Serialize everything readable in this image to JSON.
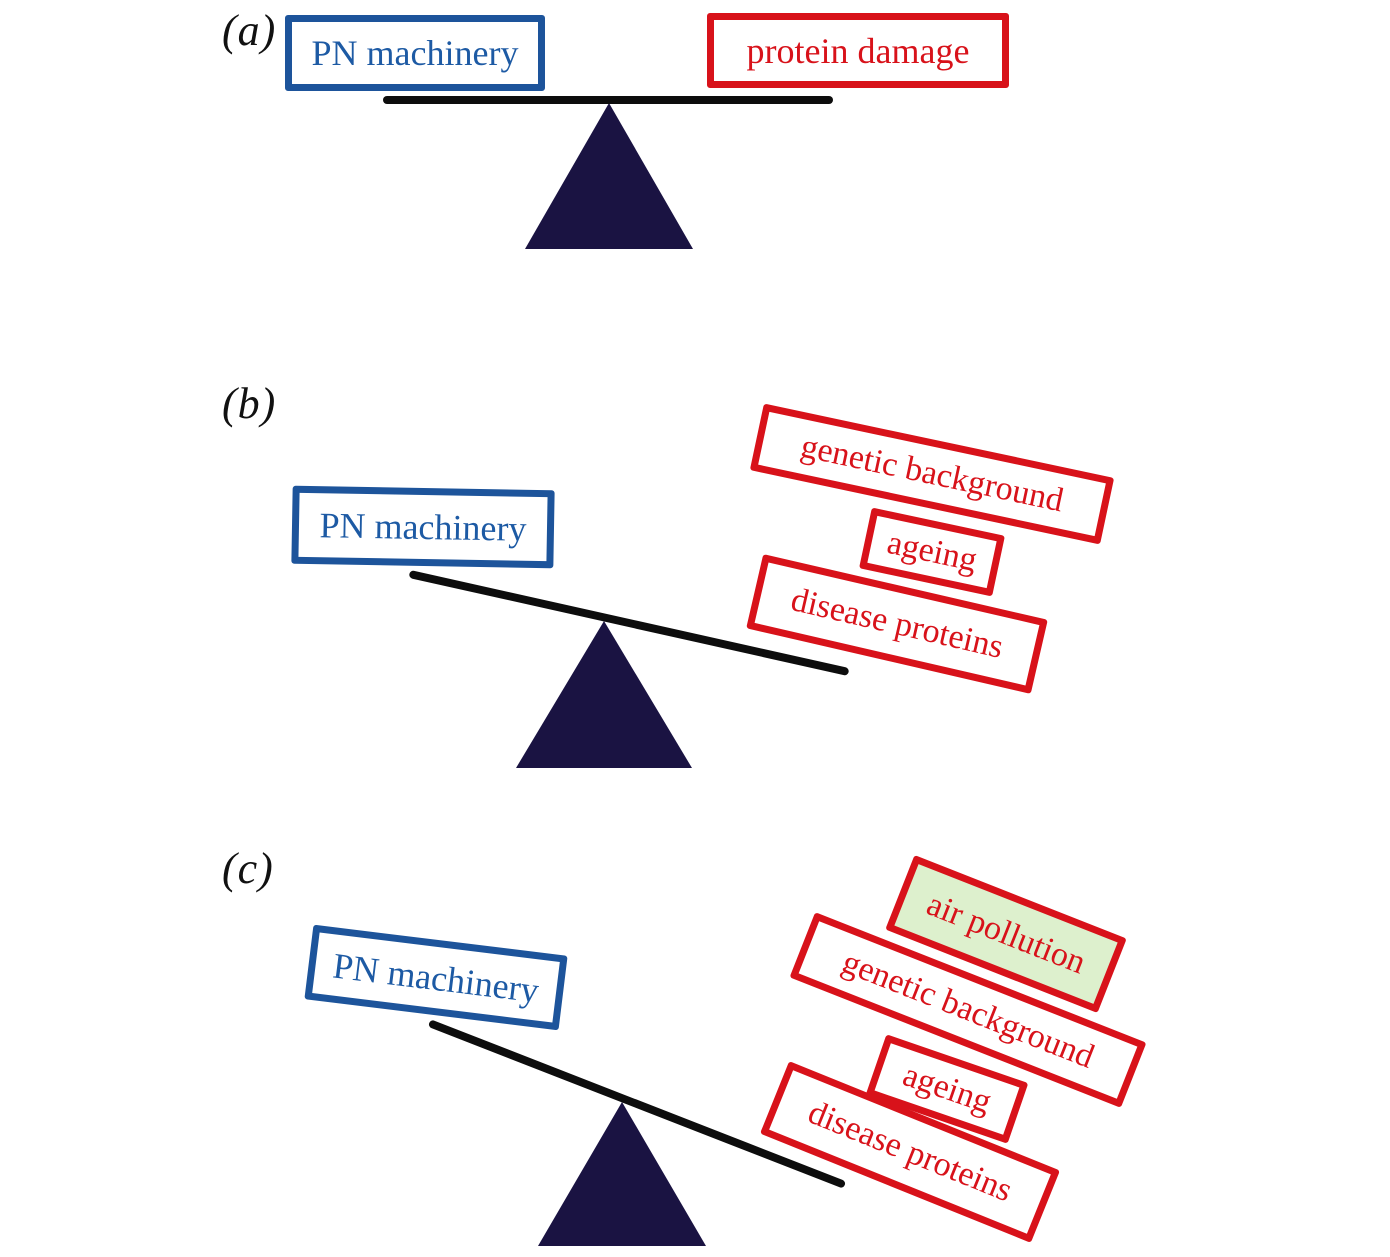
{
  "colors": {
    "blue-border": "#1d549b",
    "blue-text": "#1d5aa4",
    "red": "#d8121a",
    "navy": "#1a1342",
    "beam": "#0d0d0d",
    "green": "#ddf0cd",
    "bg": "#ffffff",
    "label": "#111111"
  },
  "panels": {
    "a": {
      "label": "(a)",
      "left_box": "PN machinery",
      "right_box": "protein damage"
    },
    "b": {
      "label": "(b)",
      "left_box": "PN machinery",
      "factors": {
        "genetic_background": "genetic background",
        "ageing": "ageing",
        "disease_proteins": "disease proteins"
      }
    },
    "c": {
      "label": "(c)",
      "left_box": "PN machinery",
      "factors": {
        "air_pollution": "air pollution",
        "genetic_background": "genetic background",
        "ageing": "ageing",
        "disease_proteins": "disease proteins"
      }
    }
  }
}
